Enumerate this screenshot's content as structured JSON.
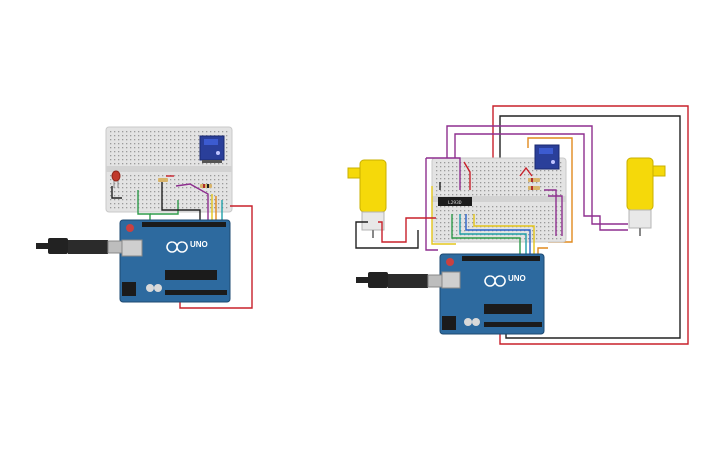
{
  "circuit_left": {
    "breadboard": {
      "color": "#e2e2e2"
    },
    "arduino": {
      "logo_text": "UNO",
      "board_color": "#2d6a9f"
    },
    "esp_module": {
      "color": "#2a3f9a"
    },
    "led": {
      "color": "#c0392b"
    },
    "usb_cable": {
      "color": "#222222"
    }
  },
  "circuit_right": {
    "breadboard": {
      "color": "#e2e2e2"
    },
    "arduino": {
      "logo_text": "UNO",
      "board_color": "#2d6a9f"
    },
    "driver_ic": {
      "label": "L293D"
    },
    "esp_module": {
      "color": "#2a3f9a"
    },
    "motor_left": {
      "color": "#f5d90a"
    },
    "motor_right": {
      "color": "#f5d90a"
    },
    "usb_cable": {
      "color": "#222222"
    }
  },
  "wire_colors": {
    "red": "#c8202a",
    "black": "#222222",
    "green": "#2e9b4a",
    "purple": "#8e2f8f",
    "orange": "#e08a1e",
    "yellow": "#e3c51b",
    "teal": "#1f9fa8",
    "blue": "#2b63c9"
  }
}
